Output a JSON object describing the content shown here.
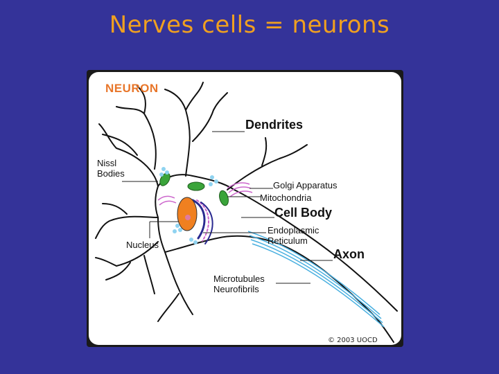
{
  "slide": {
    "title": "Nerves cells = neurons"
  },
  "figure": {
    "heading": "NEURON",
    "labels": {
      "dendrites": "Dendrites",
      "nissl_bodies": "Nissl\nBodies",
      "golgi_apparatus": "Golgi Apparatus",
      "mitochondria": "Mitochondria",
      "cell_body": "Cell Body",
      "endoplasmic_reticulum": "Endoplasmic\nReticulum",
      "nucleus": "Nucleus",
      "axon": "Axon",
      "microtubules_neurofibrils": "Microtubules\nNeurofibrils"
    },
    "copyright": "© 2003 UOCD"
  },
  "colors": {
    "background": "#343399",
    "title": "#f0a020",
    "heading": "#e8762a",
    "nucleus": "#f08020",
    "mitochondria": "#3aa43a",
    "nissl": "#8fd3f0",
    "golgi": "#cc66cc",
    "er": "#2a2a90",
    "axon_fibrils": "#4ab0e0"
  }
}
